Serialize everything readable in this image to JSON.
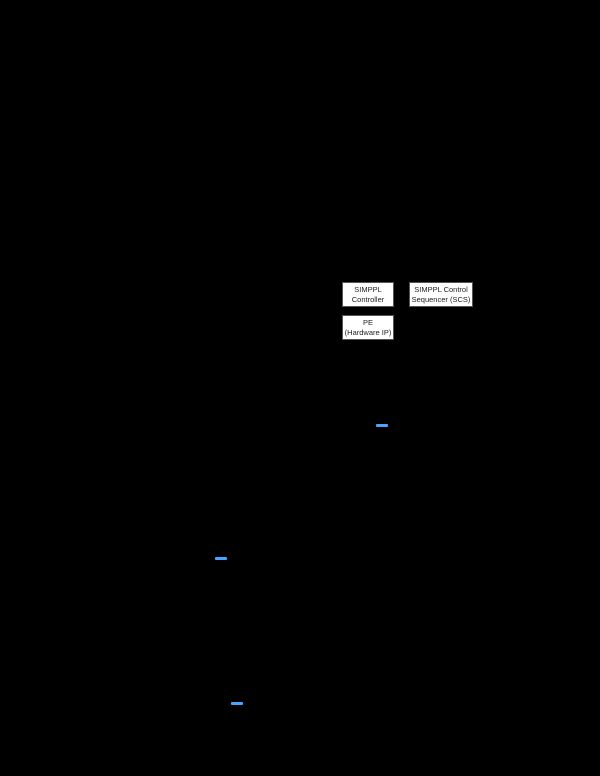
{
  "diagram": {
    "nodes": [
      {
        "id": "controller",
        "line1": "SIMPPL",
        "line2": "Controller"
      },
      {
        "id": "pe",
        "line1": "PE",
        "line2": "(Hardware IP)"
      },
      {
        "id": "scs",
        "line1": "SIMPPL Control",
        "line2": "Sequencer (SCS)"
      }
    ],
    "edges": [
      {
        "from": "controller",
        "to": "pe"
      }
    ]
  },
  "colors": {
    "background": "#000000",
    "box_fill": "#ffffff",
    "box_border": "#555555",
    "link_marker": "#4aa3ff"
  }
}
